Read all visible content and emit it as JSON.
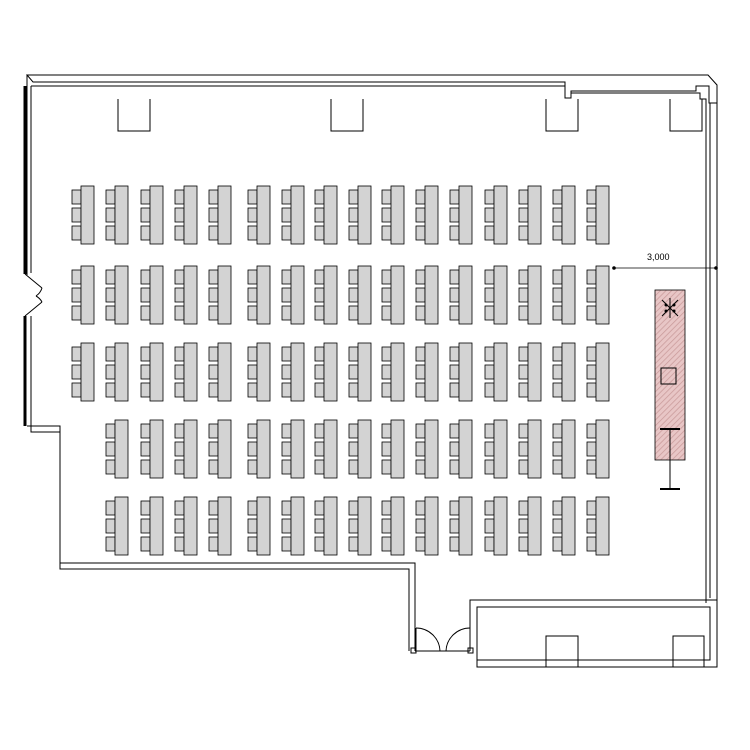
{
  "floorplan": {
    "dimension_label": "3,000",
    "desk_fill": "#d3d3d3",
    "stage_fill": "#e8c6c6",
    "stage_hatch": "#c99a9a",
    "stage_items": [
      "ceiling-fixture-icon",
      "lectern-icon",
      "projector-screen-icon"
    ],
    "seating": {
      "rows": [
        {
          "label": "row-1",
          "desks": 16,
          "seats_per_desk": 3
        },
        {
          "label": "row-2",
          "desks": 16,
          "seats_per_desk": 3
        },
        {
          "label": "row-3",
          "desks": 16,
          "seats_per_desk": 3
        },
        {
          "label": "row-4",
          "desks": 15,
          "seats_per_desk": 3
        },
        {
          "label": "row-5",
          "desks": 15,
          "seats_per_desk": 3
        }
      ]
    }
  }
}
